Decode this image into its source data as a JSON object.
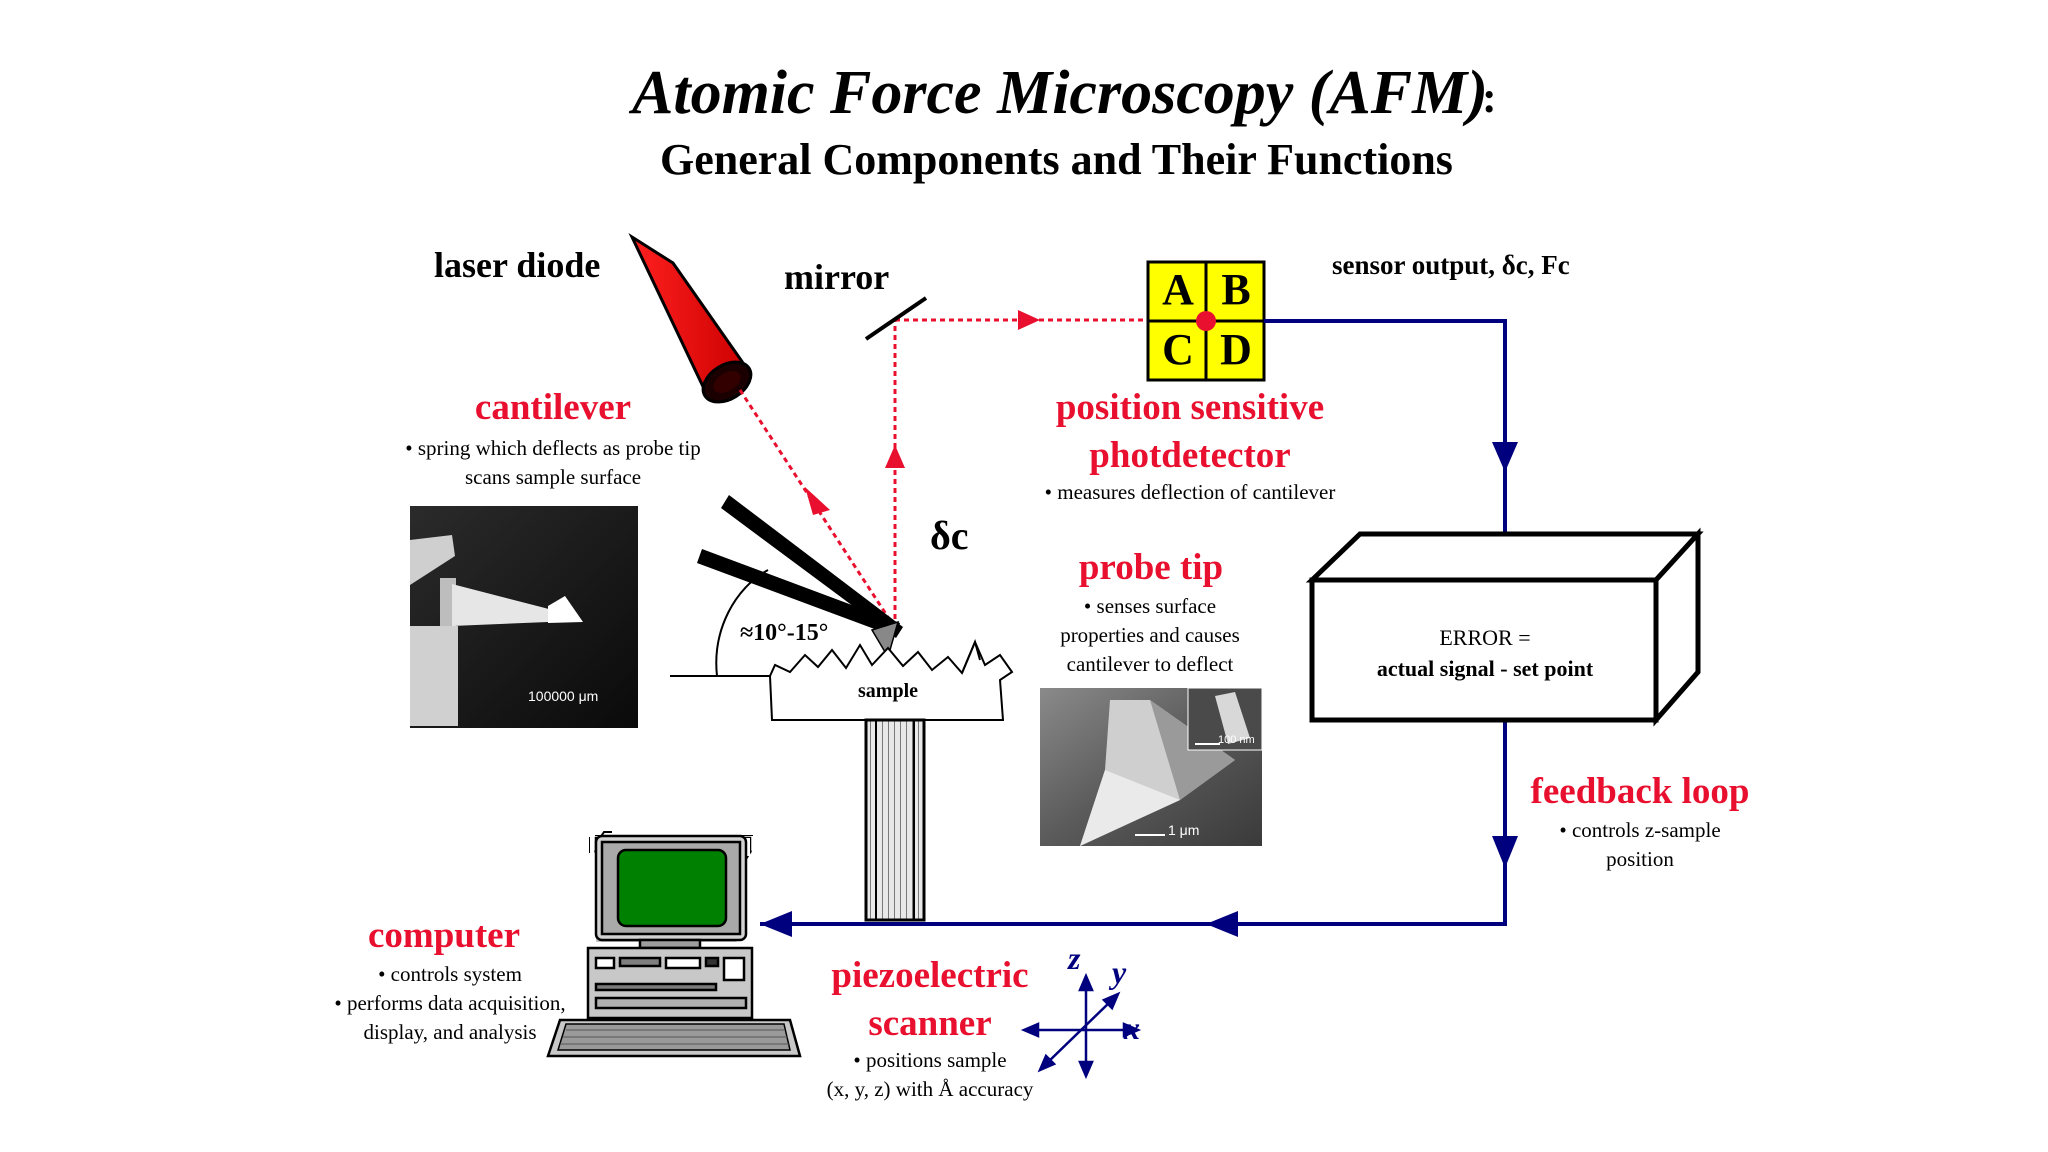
{
  "header": {
    "title": "Atomic Force Microscopy (AFM)",
    "title_suffix": ":",
    "subtitle": "General Components and Their Functions"
  },
  "labels": {
    "laser_diode": "laser diode",
    "mirror": "mirror",
    "sensor_output": "sensor output, δc, Fc",
    "delta_c": "δc",
    "angle": "≈10°-15°",
    "sample": "sample",
    "quadrants": [
      "A",
      "B",
      "C",
      "D"
    ]
  },
  "components": {
    "cantilever": {
      "name": "cantilever",
      "desc": [
        "• spring which deflects as probe tip",
        "scans sample surface"
      ]
    },
    "photodetector": {
      "name": [
        "position sensitive",
        "photdetector"
      ],
      "desc": "• measures deflection of cantilever"
    },
    "probe_tip": {
      "name": "probe tip",
      "desc": [
        "• senses surface",
        "properties and causes",
        "cantilever to deflect"
      ]
    },
    "feedback_loop": {
      "name": "feedback loop",
      "desc": [
        "• controls z-sample",
        "position"
      ]
    },
    "computer": {
      "name": "computer",
      "desc": [
        "• controls system",
        "• performs data acquisition,",
        "display, and analysis"
      ]
    },
    "scanner": {
      "name": [
        "piezoelectric",
        "scanner"
      ],
      "desc": [
        "• positions sample",
        "(x, y, z) with Å accuracy"
      ]
    }
  },
  "error_box": {
    "line1": "ERROR =",
    "line2": "actual signal - set point"
  },
  "photos": {
    "cantilever_scale": "100000 μm",
    "tip_scale_main": "1 μm",
    "tip_scale_inset": "100 nm"
  },
  "axes": {
    "x": "x",
    "y": "y",
    "z": "z"
  },
  "colors": {
    "accent_red": "#e8102e",
    "arrow_blue": "#00007f",
    "detector_yellow": "#ffff00",
    "screen_green": "#008000"
  }
}
